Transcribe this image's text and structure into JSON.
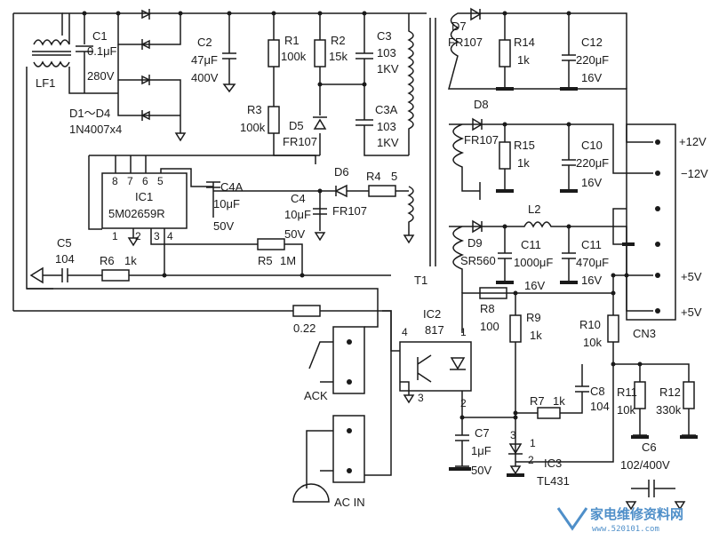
{
  "labels": {
    "c1": "C1",
    "c1_v1": "0.1μF",
    "c1_v2": "280V",
    "lf1": "LF1",
    "d1d4": "D1～D4",
    "d1d4_p": "1N4007x4",
    "c2": "C2",
    "c2_v1": "47μF",
    "c2_v2": "400V",
    "r1": "R1",
    "r1_v": "100k",
    "r2": "R2",
    "r2_v": "15k",
    "c3": "C3",
    "c3_v1": "103",
    "c3_v2": "1KV",
    "c3a": "C3A",
    "c3a_v1": "103",
    "c3a_v2": "1KV",
    "r3": "R3",
    "r3_v": "100k",
    "d5": "D5",
    "d5_p": "FR107",
    "ic1": "IC1",
    "ic1_p": "5M02659R",
    "p8": "8",
    "p7": "7",
    "p6": "6",
    "p5": "5",
    "p1": "1",
    "p2": "2",
    "p3": "3",
    "p4": "4",
    "c4a": "C4A",
    "c4a_v1": "10μF",
    "c4a_v2": "50V",
    "d6": "D6",
    "d6_p": "FR107",
    "r4": "R4",
    "r4_v": "5",
    "c4": "C4",
    "c4_v1": "10μF",
    "c4_v2": "50V",
    "c5": "C5",
    "c5_v": "104",
    "r6": "R6",
    "r6_v": "1k",
    "r5": "R5",
    "r5_v": "1M",
    "t1": "T1",
    "d7": "D7",
    "d7_p": "FR107",
    "r14": "R14",
    "r14_v": "1k",
    "c12": "C12",
    "c12_v1": "220μF",
    "c12_v2": "16V",
    "d8": "D8",
    "d8_p": "FR107",
    "r15": "R15",
    "r15_v": "1k",
    "c10": "C10",
    "c10_v1": "220μF",
    "c10_v2": "16V",
    "l2": "L2",
    "d9": "D9",
    "d9_p": "SR560",
    "c11a": "C11",
    "c11a_v1": "1000μF",
    "c11a_v2": "16V",
    "c11b": "C11",
    "c11b_v1": "470μF",
    "c11b_v2": "16V",
    "out1": "+12V",
    "out2": "−12V",
    "out3": "+5V",
    "out4": "+5V",
    "cn3": "CN3",
    "fuse": "0.22",
    "ack": "ACK",
    "acin": "AC IN",
    "ic2": "IC2",
    "ic2_p": "817",
    "ic2_p4": "4",
    "ic2_p1": "1",
    "ic2_p3": "3",
    "ic2_p2": "2",
    "r8": "R8",
    "r8_v": "100",
    "r9": "R9",
    "r9_v": "1k",
    "r10": "R10",
    "r10_v": "10k",
    "c8": "C8",
    "c8_v": "104",
    "r7": "R7",
    "r7_v": "1k",
    "r11": "R11",
    "r11_v": "10k",
    "r12": "R12",
    "r12_v": "330k",
    "c7": "C7",
    "c7_v1": "1μF",
    "c7_v2": "50V",
    "ic3": "IC3",
    "ic3_p": "TL431",
    "ic3_p3": "3",
    "ic3_p1": "1",
    "ic3_p2": "2",
    "c6": "C6",
    "c6_v": "102/400V"
  },
  "watermark": {
    "text": "家电维修资料网",
    "url": "www.520101.com",
    "color": "#4f8fc9"
  },
  "colors": {
    "ink": "#1a1a1a",
    "paper": "#ffffff"
  }
}
